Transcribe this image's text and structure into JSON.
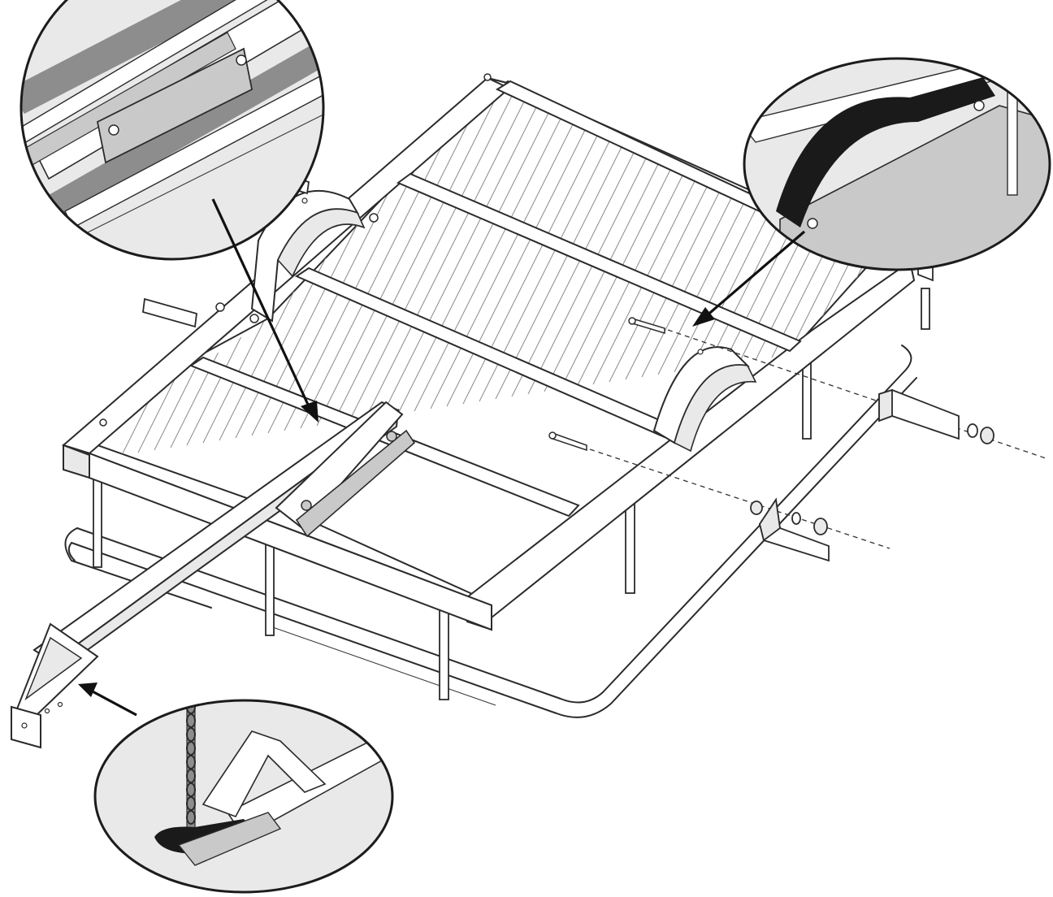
{
  "figure": {
    "palette": {
      "line": "#2b2b2b",
      "deck_ribs": "#8a8a8a",
      "detail_fill_light": "#e9e9e9",
      "detail_fill_mid": "#c9c9c9",
      "strap": "#1a1a1a",
      "background": "#ffffff"
    },
    "parts": [
      "trailer-frame",
      "corrugated-deck",
      "drawbar",
      "hitch-eye",
      "wheel-fender-left",
      "wheel-fender-right",
      "axle-bolts",
      "mounting-brackets",
      "washers-and-nuts"
    ],
    "callouts": [
      {
        "name": "deck-clamp-detail",
        "icon": "magnifier-circle"
      },
      {
        "name": "strap-handle-detail",
        "icon": "magnifier-circle"
      },
      {
        "name": "hitch-chain-detail",
        "icon": "magnifier-circle"
      }
    ]
  }
}
